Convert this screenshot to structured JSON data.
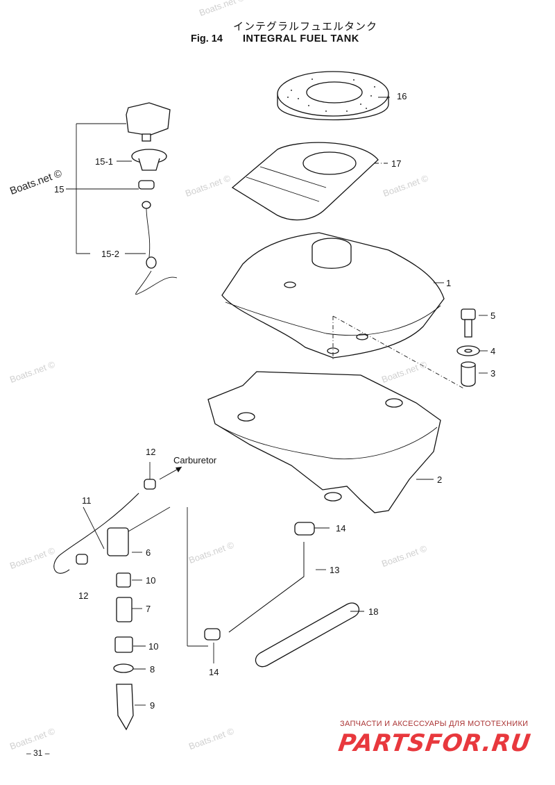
{
  "header": {
    "japanese_title": "インテグラルフュエルタンク",
    "fig_number": "Fig. 14",
    "fig_name": "INTEGRAL FUEL TANK"
  },
  "callouts": {
    "p16": "16",
    "p17": "17",
    "p15_1": "15-1",
    "p15": "15",
    "p15_2": "15-2",
    "p1": "1",
    "p5": "5",
    "p4": "4",
    "p3": "3",
    "p2": "2",
    "p12_top": "12",
    "p11": "11",
    "p6": "6",
    "p10_top": "10",
    "p12_bottom": "12",
    "p7": "7",
    "p10_bottom": "10",
    "p8": "8",
    "p9": "9",
    "p14_top": "14",
    "p13": "13",
    "p18": "18",
    "p14_bottom": "14",
    "carburetor": "Carburetor"
  },
  "watermarks": {
    "top": "Boats.net ©",
    "main": "Boats.net ©"
  },
  "footer": {
    "page_number": "– 31 –",
    "promo_text": "ЗАПЧАСТИ И АКСЕССУАРЫ ДЛЯ МОТОТЕХНИКИ",
    "brand": "PARTSFOR.RU"
  },
  "colors": {
    "brand_red": "#e8383d",
    "watermark_gray": "#cfcfcf"
  }
}
